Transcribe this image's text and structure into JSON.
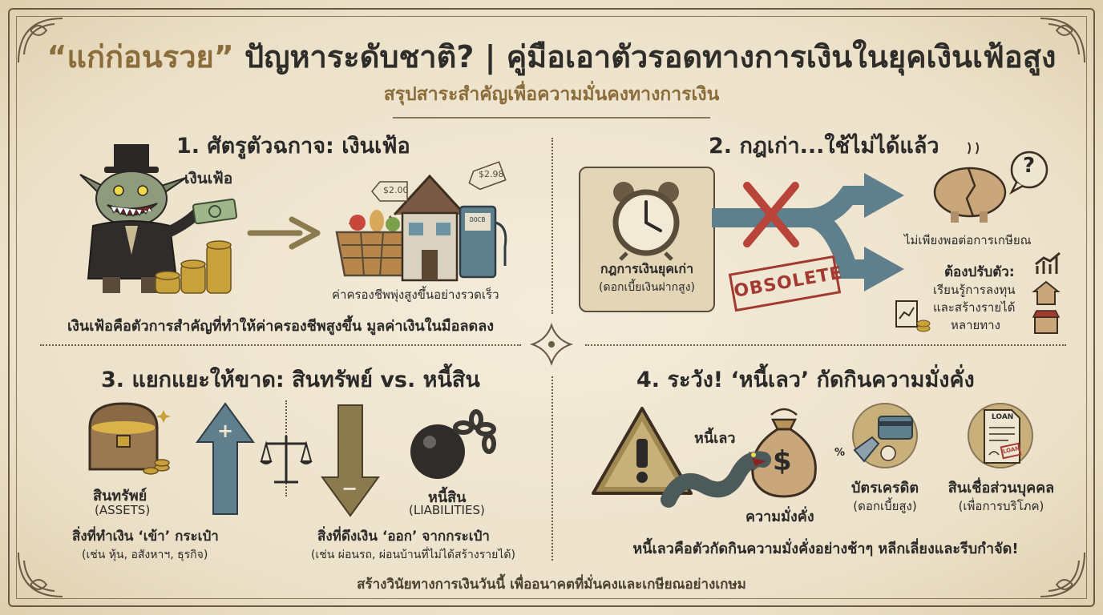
{
  "header": {
    "title_quote": "“แก่ก่อนรวย”",
    "title_rest": " ปัญหาระดับชาติ? | คู่มือเอาตัวรอดทางการเงินในยุคเงินเฟ้อสูง",
    "subtitle": "สรุปสาระสำคัญเพื่อความมั่นคงทางการเงิน"
  },
  "section1": {
    "heading": "1. ศัตรูตัวฉกาจ: เงินเฟ้อ",
    "monster_label": "เงินเฟ้อ",
    "tag_left": "$2.00",
    "tag_right": "$2.98",
    "pump_label": "DOCB",
    "goods_caption": "ค่าครองชีพพุ่งสูงขึ้นอย่างรวดเร็ว",
    "summary": "เงินเฟ้อคือตัวการสำคัญที่ทำให้ค่าครองชีพสูงขึ้น มูลค่าเงินในมือลดลง"
  },
  "section2": {
    "heading": "2. กฎเก่า...ใช้ไม่ได้แล้ว",
    "old_rule_line1": "กฎการเงินยุคเก่า",
    "old_rule_line2": "(ดอกเบี้ยเงินฝากสูง)",
    "stamp": "OBSOLETE",
    "question_mark": "?",
    "not_enough": "ไม่เพียงพอต่อการเกษียณ",
    "adapt_title": "ต้องปรับตัว:",
    "adapt_line1": "เรียนรู้การลงทุน",
    "adapt_line2": "และสร้างรายได้",
    "adapt_line3": "หลายทาง"
  },
  "section3": {
    "heading": "3. แยกแยะให้ขาด: สินทรัพย์ vs. หนี้สิน",
    "assets_label": "สินทรัพย์",
    "assets_en": "(ASSETS)",
    "assets_desc": "สิ่งที่ทำเงิน ‘เข้า’ กระเป๋า",
    "assets_examples": "(เช่น หุ้น, อสังหาฯ, ธุรกิจ)",
    "liab_label": "หนี้สิน",
    "liab_en": "(LIABILITIES)",
    "liab_desc": "สิ่งที่ดึงเงิน ‘ออก’ จากกระเป๋า",
    "liab_examples": "(เช่น ผ่อนรถ, ผ่อนบ้านที่ไม่ได้สร้างรายได้)",
    "plus": "+",
    "minus": "−"
  },
  "section4": {
    "heading": "4. ระวัง! ‘หนี้เลว’ กัดกินความมั่งคั่ง",
    "eel_label": "หนี้เลว",
    "bag_symbol": "$",
    "wealth_label": "ความมั่งคั่ง",
    "card_label": "บัตรเครดิต",
    "card_sub": "(ดอกเบี้ยสูง)",
    "card_percent": "%",
    "loan_doc_title": "LOAN",
    "loan_stamp": "LOAN",
    "loan_label": "สินเชื่อส่วนบุคคล",
    "loan_sub": "(เพื่อการบริโภค)",
    "summary": "หนี้เลวคือตัวกัดกินความมั่งคั่งอย่างช้าๆ หลีกเลี่ยงและรีบกำจัด!"
  },
  "footer": {
    "text": "สร้างวินัยทางการเงินวันนี้ เพื่ออนาคตที่มั่นคงและเกษียณอย่างเกษม"
  },
  "colors": {
    "ink": "#2b2a28",
    "gold": "#8a6d3b",
    "steel_blue": "#5f7f8c",
    "olive": "#8a7a4e",
    "stamp_red": "#a33a32",
    "parchment": "#efe6d2"
  },
  "icons": [
    "monster-icon",
    "coins-icon",
    "money-icon",
    "grocery-basket-icon",
    "house-icon",
    "gas-pump-icon",
    "alarm-clock-icon",
    "piggy-bank-icon",
    "chart-icon",
    "treasure-chest-icon",
    "scale-icon",
    "ball-and-chain-icon",
    "warning-icon",
    "eel-icon",
    "money-bag-icon",
    "credit-card-icon",
    "loan-document-icon"
  ]
}
